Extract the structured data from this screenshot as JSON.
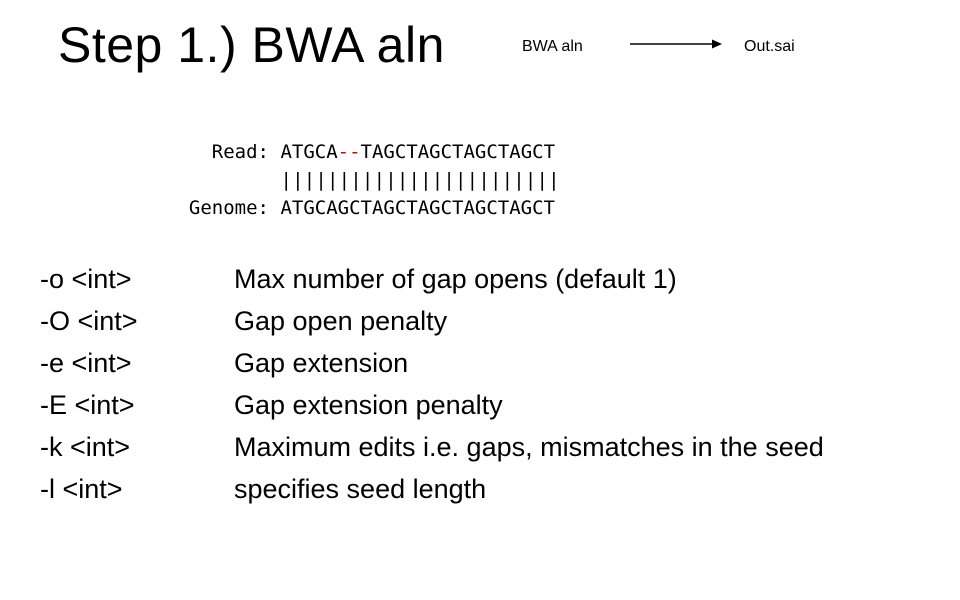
{
  "title": "Step 1.) BWA aln",
  "flow": {
    "from": "BWA aln",
    "to": "Out.sai"
  },
  "alignment": {
    "read_label": "Read:",
    "read_seq_prefix": "ATGCA",
    "read_gap": "--",
    "read_seq_suffix": "TAGCTAGCTAGCTAGCT",
    "match_bars": "||||||||||||||||||||||||",
    "genome_label": "Genome:",
    "genome_seq": "ATGCAGCTAGCTAGCTAGCTAGCT",
    "gap_color": "#d40000"
  },
  "options": [
    {
      "flag": "-o <int>",
      "desc": "Max number of gap opens (default 1)"
    },
    {
      "flag": "-O <int>",
      "desc": "Gap open penalty"
    },
    {
      "flag": "-e <int>",
      "desc": "Gap extension"
    },
    {
      "flag": "-E <int>",
      "desc": "Gap extension penalty"
    },
    {
      "flag": "-k <int>",
      "desc": "Maximum edits i.e. gaps, mismatches in the seed"
    },
    {
      "flag": "-l <int>",
      "desc": "specifies seed length"
    }
  ]
}
